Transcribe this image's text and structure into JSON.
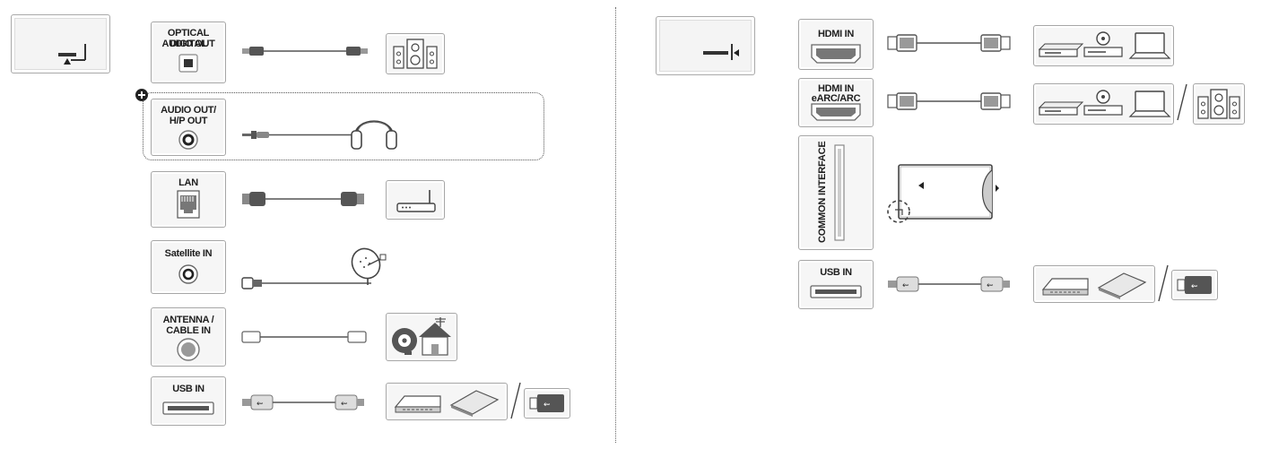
{
  "ports": {
    "optical": "OPTICAL DIGITAL AUDIO OUT",
    "optical_line1": "OPTICAL DIGITAL",
    "optical_line2": "AUDIO OUT",
    "audio_line1": "AUDIO OUT/",
    "audio_line2": "H/P OUT",
    "lan": "LAN",
    "satellite": "Satellite IN",
    "antenna_line1": "ANTENNA /",
    "antenna_line2": "CABLE IN",
    "usb_left": "USB IN",
    "hdmi": "HDMI IN",
    "hdmi_arc_line1": "HDMI IN",
    "hdmi_arc_line2": "eARC/ARC",
    "common_interface": "COMMON INTERFACE",
    "usb_right": "USB IN"
  },
  "icons": {
    "tv_bottom": "tv-bottom-panel-icon",
    "tv_side": "tv-side-panel-icon",
    "optional": "plus-circle-icon",
    "speaker": "speaker-icon",
    "headphone": "headphone-icon",
    "router": "router-icon",
    "dish": "satellite-dish-icon",
    "house": "house-antenna-icon",
    "usb_drive": "usb-drive-icon",
    "hdd": "hard-disk-icon",
    "bluray": "bluray-player-icon",
    "laptop": "laptop-icon",
    "ci_module": "ci-module-icon"
  },
  "colors": {
    "line": "#555555",
    "panel_border": "#a6a6a6",
    "panel_fill": "#f6f6f6",
    "dark": "#3a3a3a"
  }
}
